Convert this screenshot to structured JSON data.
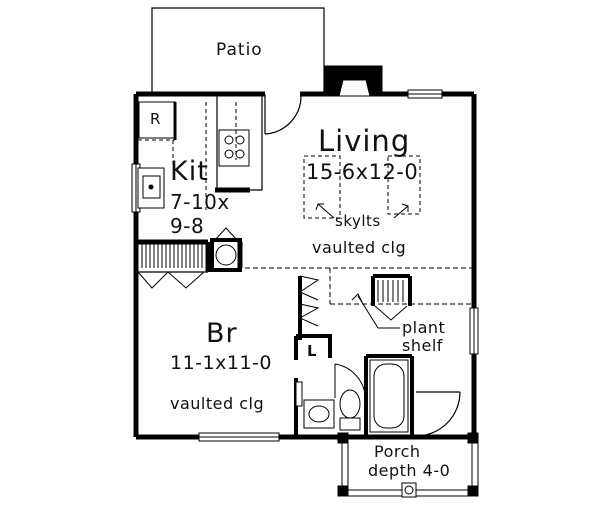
{
  "rooms": {
    "patio": {
      "name": "Patio"
    },
    "kitchen": {
      "name": "Kit",
      "dim_line1": "7-10x",
      "dim_line2": "9-8",
      "refrigerator": "R"
    },
    "living": {
      "name": "Living",
      "dimensions": "15-6x12-0",
      "skylights": "skylts",
      "ceiling": "vaulted clg"
    },
    "bedroom": {
      "name": "Br",
      "dimensions": "11-1x11-0",
      "ceiling": "vaulted clg",
      "linen": "L"
    },
    "plant_shelf": {
      "line1": "plant",
      "line2": "shelf"
    },
    "porch": {
      "name": "Porch",
      "depth": "depth 4-0"
    }
  }
}
